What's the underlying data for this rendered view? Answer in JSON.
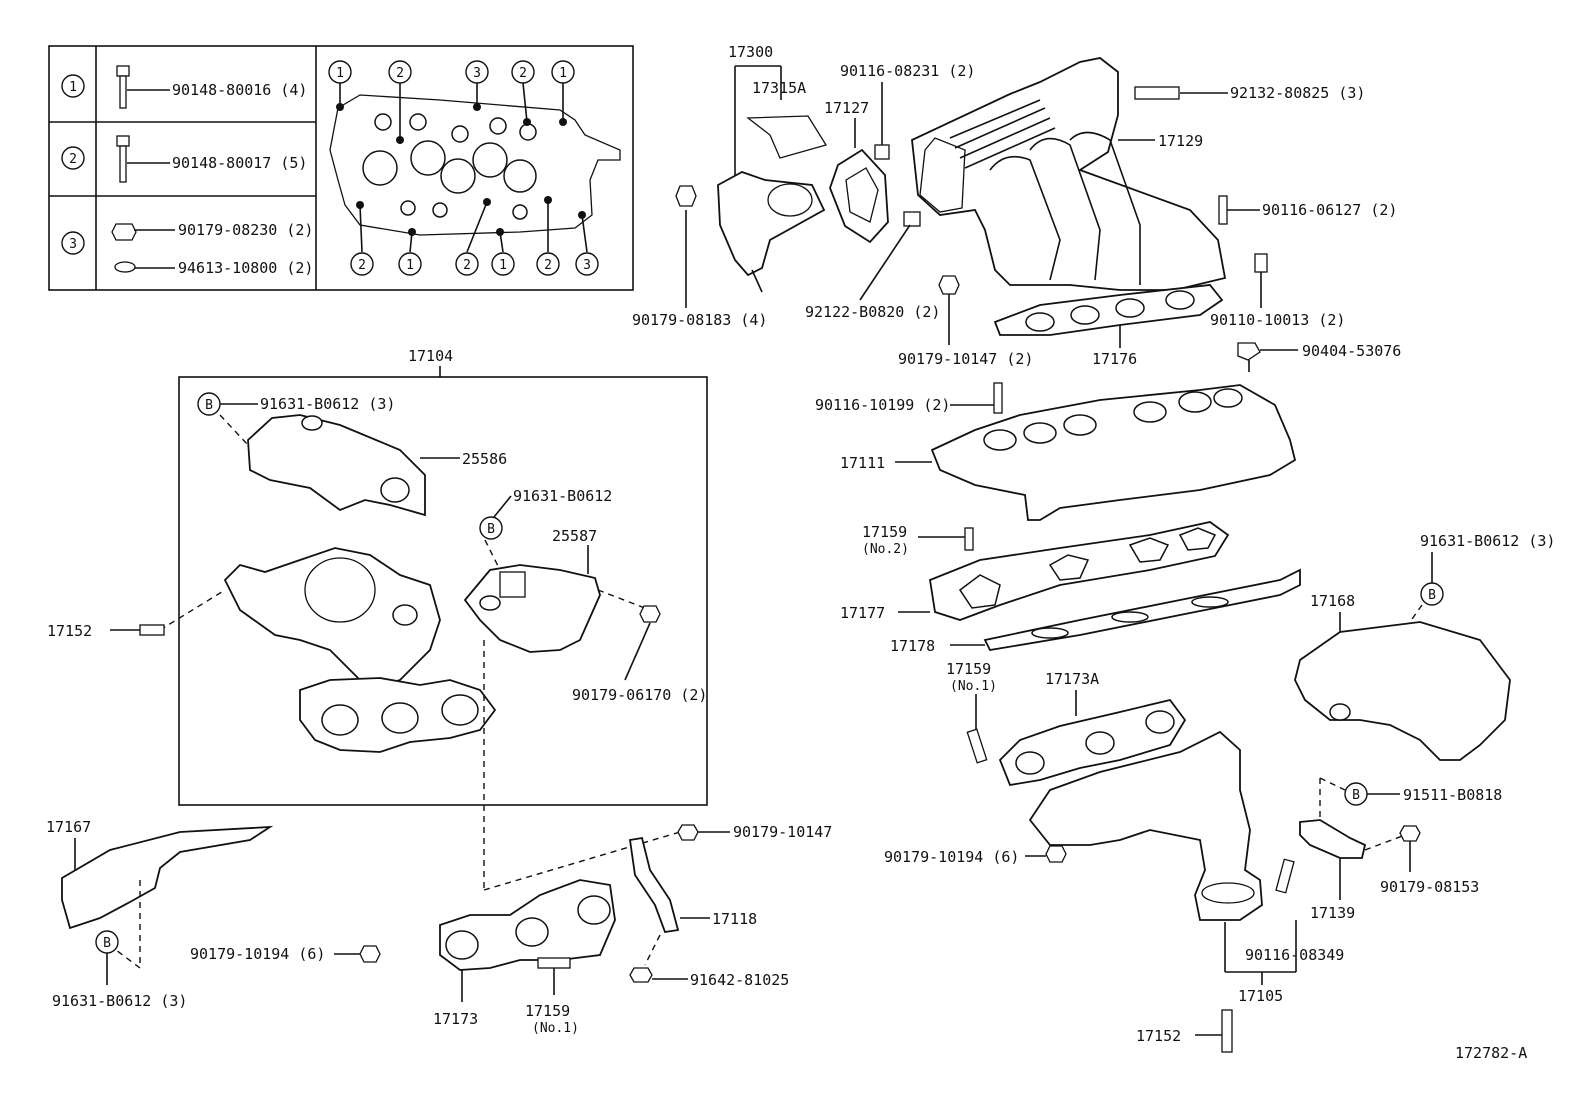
{
  "diagram_id": "172782-A",
  "legend": {
    "rows": [
      {
        "key": "1",
        "parts": [
          {
            "num": "90148-80016 (4)"
          }
        ]
      },
      {
        "key": "2",
        "parts": [
          {
            "num": "90148-80017 (5)"
          }
        ]
      },
      {
        "key": "3",
        "parts": [
          {
            "num": "90179-08230 (2)"
          },
          {
            "num": "94613-10800 (2)"
          }
        ]
      }
    ],
    "bolt_pattern_top": [
      "1",
      "2",
      "3",
      "2",
      "1"
    ],
    "bolt_pattern_bottom": [
      "2",
      "1",
      "2",
      "1",
      "2",
      "3"
    ]
  },
  "callouts": {
    "p17300": "17300",
    "p17315A": "17315A",
    "p17127": "17127",
    "p90116_08231": "90116-08231 (2)",
    "p92132_80825": "92132-80825 (3)",
    "p17129": "17129",
    "p90116_06127": "90116-06127 (2)",
    "p90179_08183": "90179-08183 (4)",
    "p92122_B0820": "92122-B0820 (2)",
    "p90179_10147_2": "90179-10147 (2)",
    "p17176": "17176",
    "p90110_10013": "90110-10013 (2)",
    "p90404_53076": "90404-53076",
    "p17104": "17104",
    "p91631_B0612_3a": "91631-B0612 (3)",
    "p25586": "25586",
    "p91631_B0612": "91631-B0612",
    "p25587": "25587",
    "p17152a": "17152",
    "p90179_06170": "90179-06170 (2)",
    "p90116_10199": "90116-10199 (2)",
    "p17111": "17111",
    "p17159_no2": "17159",
    "p17159_no2_sub": "(No.2)",
    "p17177": "17177",
    "p17178": "17178",
    "p91631_B0612_3b": "91631-B0612 (3)",
    "p17168": "17168",
    "p17159_no1a": "17159",
    "p17159_no1a_sub": "(No.1)",
    "p17173A": "17173A",
    "p91511_B0818": "91511-B0818",
    "p17167": "17167",
    "p90179_10147": "90179-10147",
    "p17118": "17118",
    "p90179_10194_a": "90179-10194 (6)",
    "p91642_81025": "91642-81025",
    "p91631_B0612_3c": "91631-B0612 (3)",
    "p17173": "17173",
    "p17159_no1b": "17159",
    "p17159_no1b_sub": "(No.1)",
    "p90179_10194_b": "90179-10194 (6)",
    "p17139": "17139",
    "p90179_08153": "90179-08153",
    "p90116_08349": "90116-08349",
    "p17105": "17105",
    "p17152b": "17152",
    "marker_B": "B"
  }
}
